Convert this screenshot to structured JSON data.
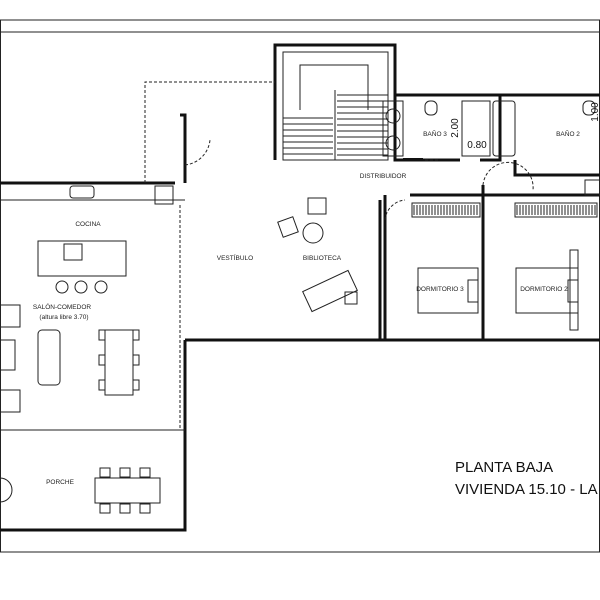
{
  "plan": {
    "title_line1": "PLANTA BAJA",
    "title_line2": "VIVIENDA 15.10 - LA",
    "rooms": {
      "distribuidor": "DISTRIBUIDOR",
      "cocina": "COCINA",
      "vestibulo": "VESTÍBULO",
      "biblioteca": "BIBLIOTECA",
      "dormitorio3": "DORMITORIO 3",
      "dormitorio2": "DORMITORIO 2",
      "bano3": "BAÑO 3",
      "bano2": "BAÑO 2",
      "salon": "SALÓN-COMEDOR",
      "salon_note": "(altura libre 3.70)",
      "porche": "PORCHE"
    },
    "dimensions": {
      "shower_length": "2.00",
      "shower_width": "0.80",
      "bano2_dim": "1.00"
    }
  }
}
